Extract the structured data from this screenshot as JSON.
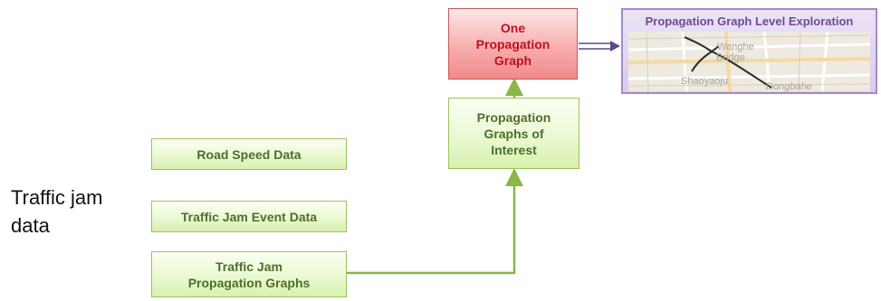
{
  "side_label": {
    "line1": "Traffic jam",
    "line2": "data"
  },
  "boxes": {
    "road_speed": "Road Speed Data",
    "jam_event": "Traffic Jam Event Data",
    "jam_propagation": [
      "Traffic Jam",
      "Propagation Graphs"
    ],
    "graphs_interest": [
      "Propagation",
      "Graphs of",
      "Interest"
    ],
    "one_graph": [
      "One",
      "Propagation",
      "Graph"
    ]
  },
  "panel": {
    "title": "Propagation Graph Level Exploration",
    "map_labels": {
      "wanghe": "Wanghe",
      "bridge": "Bridge",
      "shaoyaoju": "Shaoyaoju",
      "dongbahe": "Dongbahe"
    }
  },
  "colors": {
    "green_border": "#9cc25f",
    "green_text": "#4f6e2a",
    "red_text": "#c0101a",
    "purple_border": "#a68ac9",
    "connector": "#8ab548",
    "double_arrow": "#5b4a86"
  }
}
